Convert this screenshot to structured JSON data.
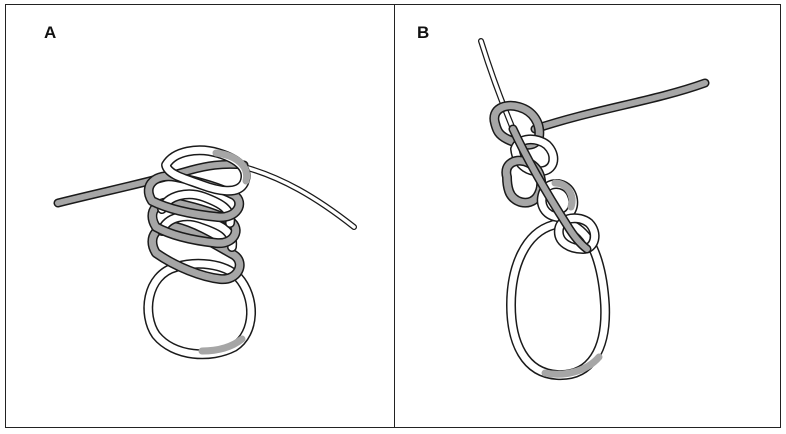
{
  "panels": [
    {
      "id": "A",
      "label": "A"
    },
    {
      "id": "B",
      "label": "B"
    }
  ],
  "colors": {
    "line": "#1a1a1a",
    "rope_gray": "#a6a6a6",
    "rope_white": "#ffffff",
    "border": "#222222"
  }
}
